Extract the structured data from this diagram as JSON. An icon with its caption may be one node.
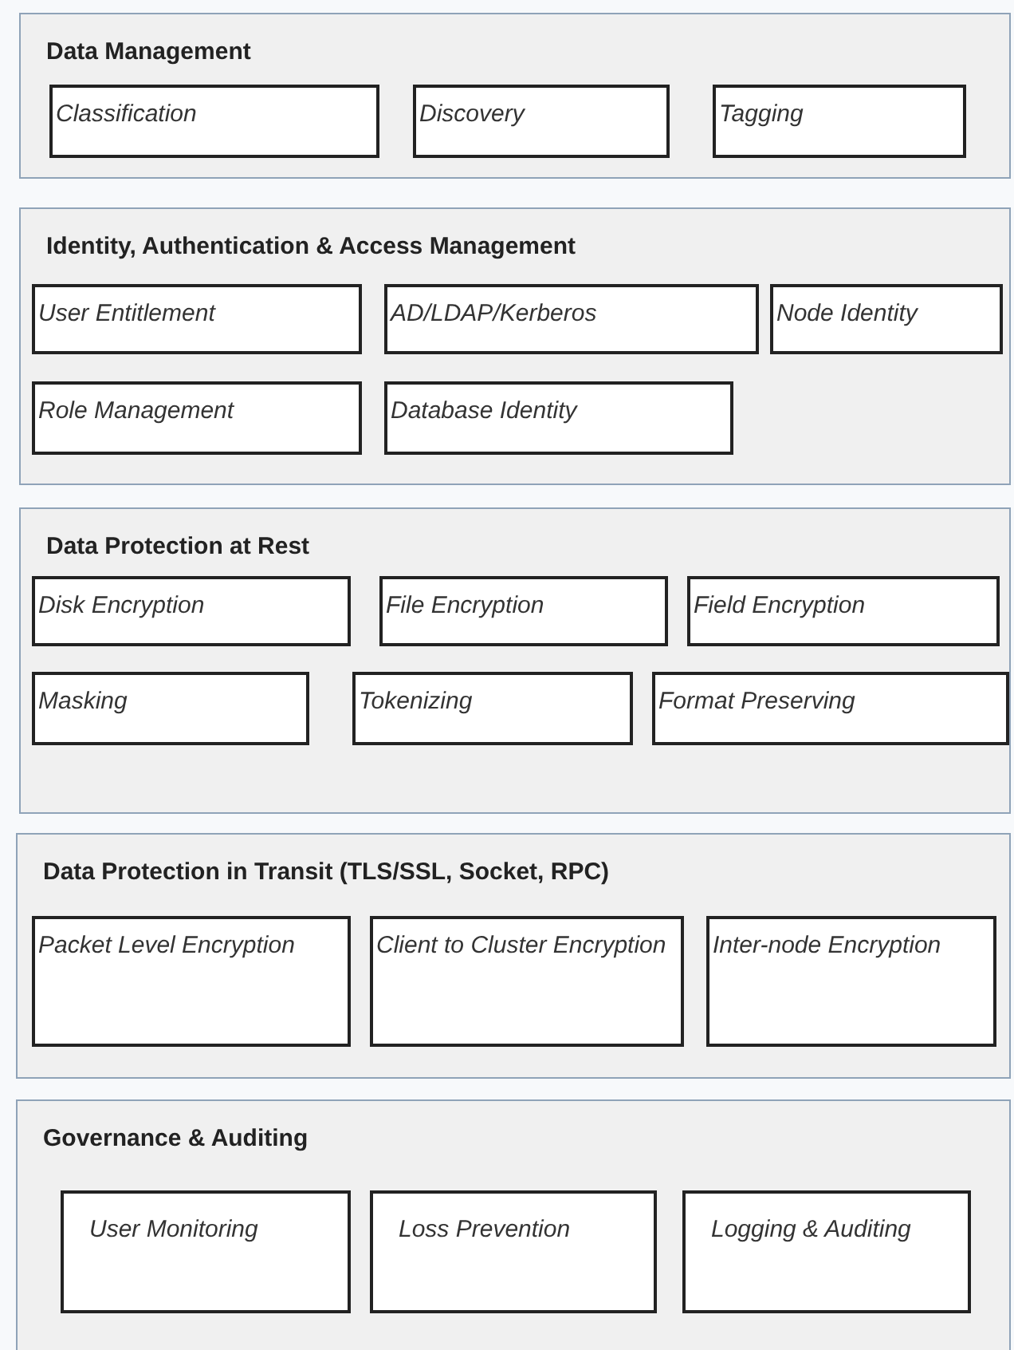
{
  "diagram": {
    "nodes": [
      {
        "text": [
          "Data Management"
        ]
      },
      {
        "text": [
          "Classification"
        ],
        "in": 0
      },
      {
        "text": [
          "Discovery"
        ],
        "in": 0
      },
      {
        "text": [
          "Tagging"
        ],
        "in": 0
      },
      {
        "text": [
          "Identity, Authentication & Access Management"
        ]
      },
      {
        "text": [
          "User Entitlement"
        ],
        "in": 4
      },
      {
        "text": [
          "AD/LDAP/Kerberos"
        ],
        "in": 4
      },
      {
        "text": [
          "Node Identity"
        ],
        "in": 4
      },
      {
        "text": [
          "Role Management"
        ],
        "in": 4
      },
      {
        "text": [
          "Database Identity"
        ],
        "in": 4
      },
      {
        "text": [
          "Data Protection at Rest"
        ]
      },
      {
        "text": [
          "Disk Encryption"
        ],
        "in": 10
      },
      {
        "text": [
          "File Encryption"
        ],
        "in": 10
      },
      {
        "text": [
          "Field Encryption"
        ],
        "in": 10
      },
      {
        "text": [
          "Masking"
        ],
        "in": 10
      },
      {
        "text": [
          "Tokenizing"
        ],
        "in": 10
      },
      {
        "text": [
          "Format Preserving"
        ],
        "in": 10
      },
      {
        "text": [
          "Data Protection in Transit (TLS/SSL, Socket, RPC)"
        ]
      },
      {
        "text": [
          "Packet Level Encryption"
        ],
        "in": 17
      },
      {
        "text": [
          "Client to Cluster Encryption"
        ],
        "in": 17
      },
      {
        "text": [
          "Inter-node Encryption"
        ],
        "in": 17
      },
      {
        "text": [
          "Governance & Auditing"
        ]
      },
      {
        "text": [
          "User Monitoring"
        ],
        "in": 21
      },
      {
        "text": [
          "Loss Prevention"
        ],
        "in": 21
      },
      {
        "text": [
          "Logging & Auditing"
        ],
        "in": 21
      }
    ]
  }
}
